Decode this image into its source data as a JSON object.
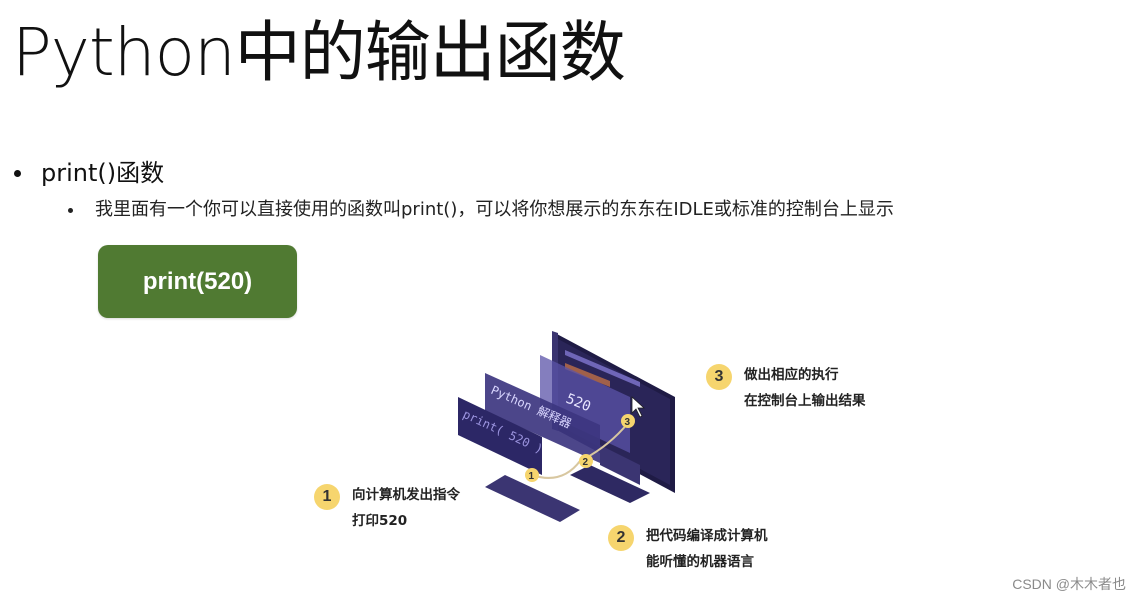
{
  "slide": {
    "title": "Python中的输出函数",
    "bullets": [
      {
        "text": "print()函数",
        "sub_bullets": [
          {
            "text": "我里面有一个你可以直接使用的函数叫print()，可以将你想展示的东东在IDLE或标准的控制台上显示"
          }
        ]
      }
    ],
    "code_button": {
      "label": "print(520)",
      "color": "#507a32"
    },
    "illustration": {
      "code_panel_text": "print( 520 )",
      "interpreter_panel_text": "Python 解释器",
      "screen_output": "520",
      "steps": [
        {
          "number": "1",
          "line1": "向计算机发出指令",
          "line2": "打印520"
        },
        {
          "number": "2",
          "line1": "把代码编译成计算机",
          "line2": "能听懂的机器语言"
        },
        {
          "number": "3",
          "line1": "做出相应的执行",
          "line2": "在控制台上输出结果"
        }
      ],
      "badge_color": "#f6d56e",
      "device_color": "#2f2a5e"
    },
    "watermark": "CSDN @木木者也"
  }
}
